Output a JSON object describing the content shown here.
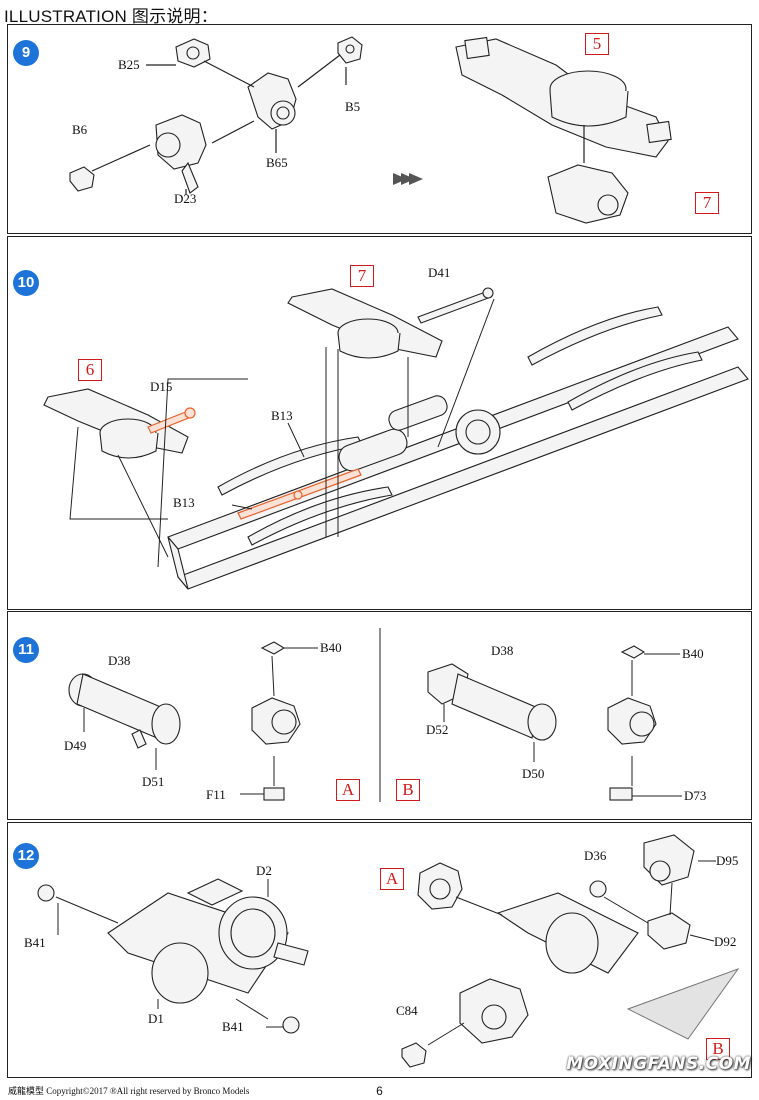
{
  "header": {
    "title": "ILLUSTRATION 图示说明："
  },
  "steps": [
    {
      "number": "9",
      "labels": {
        "b25": "B25",
        "b5": "B5",
        "b6": "B6",
        "b65": "B65",
        "d23": "D23"
      },
      "boxes": {
        "five": "5",
        "seven": "7"
      }
    },
    {
      "number": "10",
      "labels": {
        "d41": "D41",
        "d15": "D15",
        "b13_top": "B13",
        "b13_left": "B13"
      },
      "boxes": {
        "seven": "7",
        "six": "6"
      }
    },
    {
      "number": "11",
      "labels": {
        "d38_a": "D38",
        "b40_a": "B40",
        "d49": "D49",
        "d51": "D51",
        "f11": "F11",
        "d38_b": "D38",
        "b40_b": "B40",
        "d52": "D52",
        "d50": "D50",
        "d73": "D73"
      },
      "boxes": {
        "a": "A",
        "b": "B"
      }
    },
    {
      "number": "12",
      "labels": {
        "d2": "D2",
        "b41_a": "B41",
        "d1": "D1",
        "b41_b": "B41",
        "d36": "D36",
        "d95": "D95",
        "d92": "D92",
        "c84": "C84"
      },
      "boxes": {
        "a": "A",
        "b": "B"
      }
    }
  ],
  "footer": {
    "copyright": "威龍模型  Copyright©2017  ®All right reserved by Bronco Models",
    "page": "6"
  },
  "watermark": "MOXINGFANS.COM",
  "colors": {
    "step_badge": "#1e73d8",
    "callout": "#d21a1a",
    "highlight": "#e8622c"
  }
}
